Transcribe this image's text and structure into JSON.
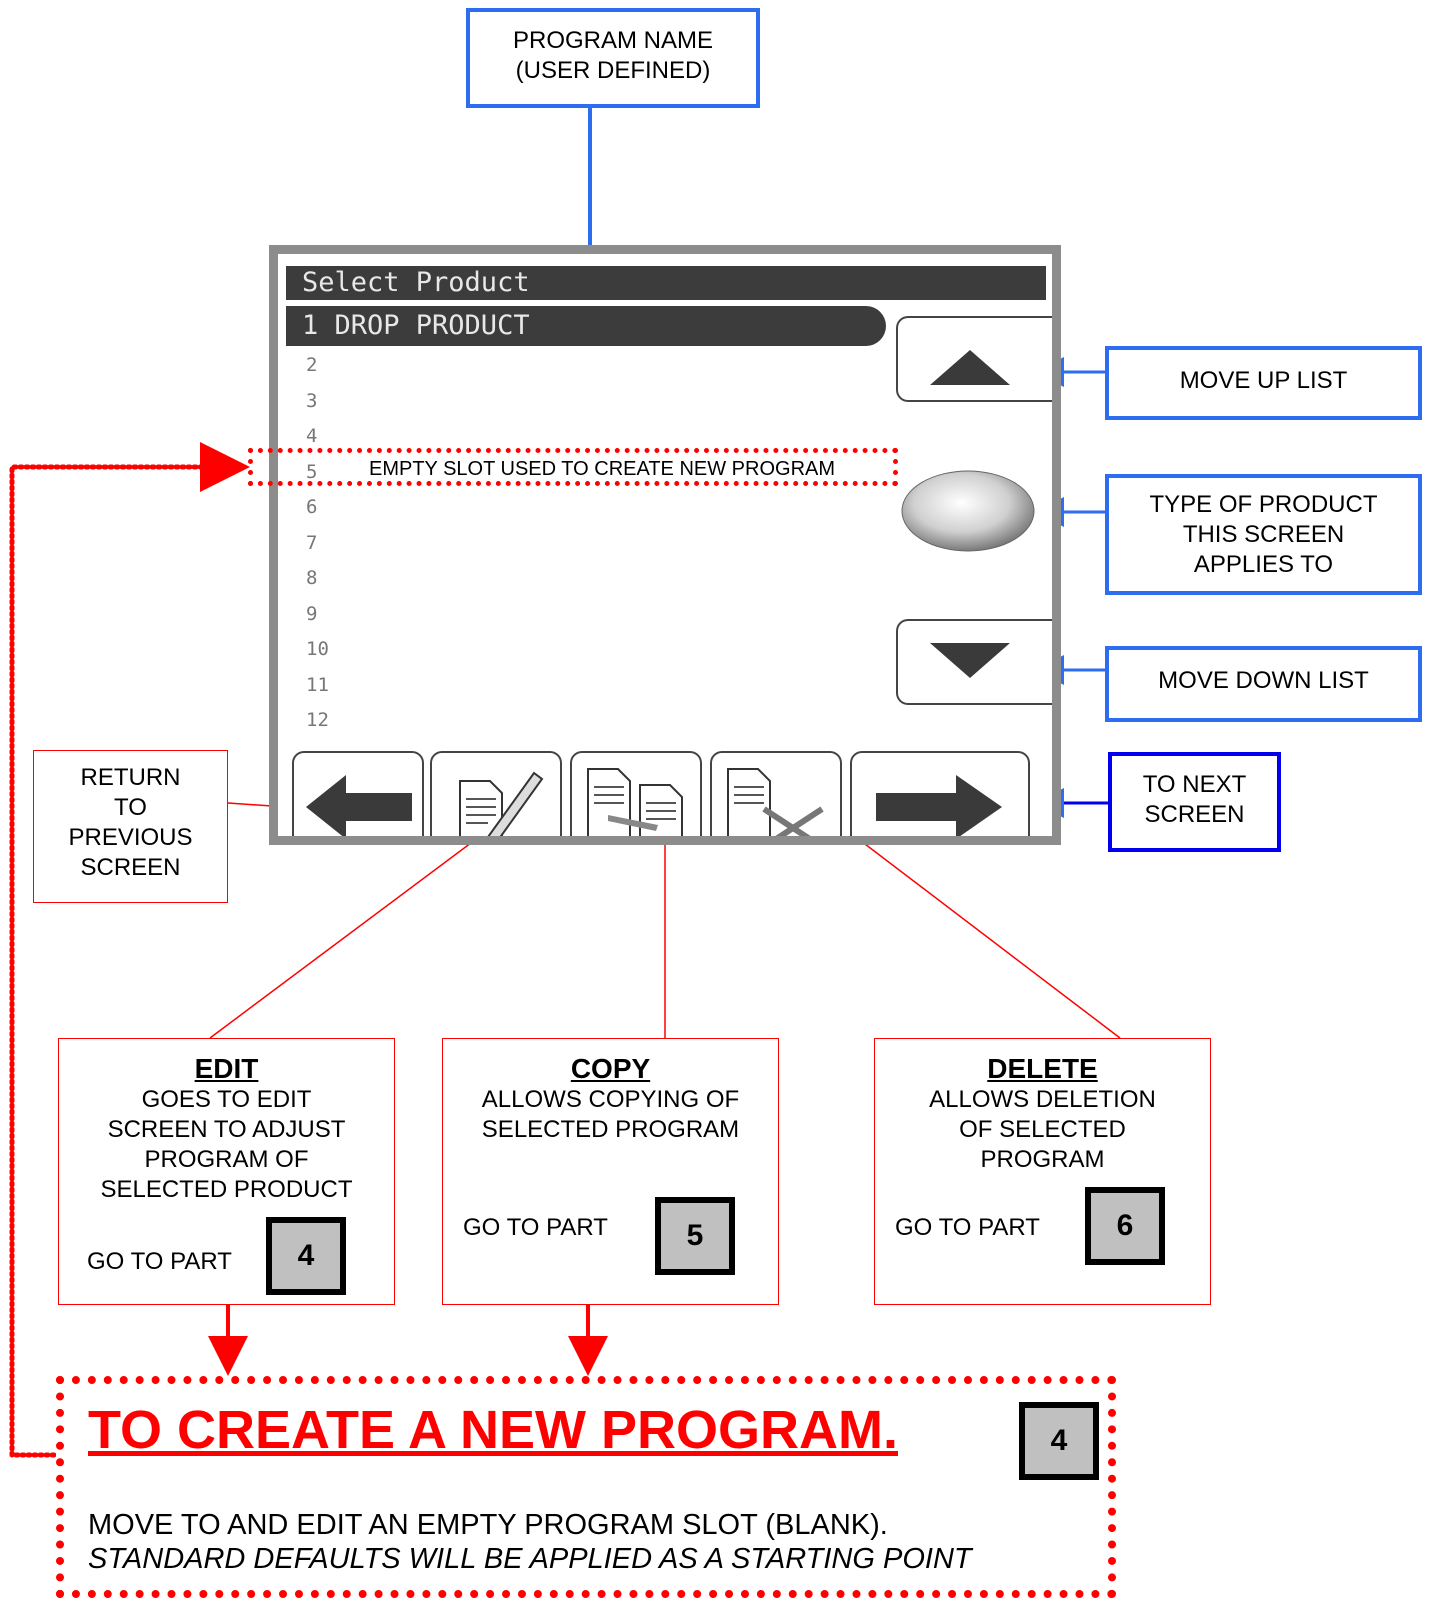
{
  "screen": {
    "title": "Select Product",
    "selected_row": "1 DROP PRODUCT",
    "rows": [
      "2",
      "3",
      "4",
      "5",
      "6",
      "7",
      "8",
      "9",
      "10",
      "11",
      "12"
    ],
    "empty_slot_note": "EMPTY SLOT USED TO CREATE NEW PROGRAM"
  },
  "callouts": {
    "program_name": [
      "PROGRAM NAME",
      "(USER DEFINED)"
    ],
    "move_up": "MOVE UP LIST",
    "product_type": [
      "TYPE OF PRODUCT",
      "THIS SCREEN",
      "APPLIES TO"
    ],
    "move_down": "MOVE DOWN LIST",
    "next_screen": [
      "TO NEXT",
      "SCREEN"
    ],
    "return": [
      "RETURN",
      "TO",
      "PREVIOUS",
      "SCREEN"
    ]
  },
  "actions": {
    "edit": {
      "title": "EDIT",
      "lines": [
        "GOES TO EDIT",
        "SCREEN TO ADJUST",
        "PROGRAM OF",
        "SELECTED PRODUCT"
      ],
      "go_to": "GO TO PART",
      "part": "4"
    },
    "copy": {
      "title": "COPY",
      "lines": [
        "ALLOWS COPYING OF",
        "SELECTED PROGRAM"
      ],
      "go_to": "GO TO PART",
      "part": "5"
    },
    "delete": {
      "title": "DELETE",
      "lines": [
        "ALLOWS DELETION",
        "OF SELECTED",
        "PROGRAM"
      ],
      "go_to": "GO TO PART",
      "part": "6"
    }
  },
  "create": {
    "heading": "TO CREATE A NEW PROGRAM.",
    "part": "4",
    "line1": "MOVE TO AND EDIT AN EMPTY PROGRAM SLOT (BLANK).",
    "line2": "STANDARD DEFAULTS WILL BE APPLIED AS A STARTING POINT"
  },
  "colors": {
    "blue": "#2d6ef0",
    "red": "#ff0000",
    "screen_dark": "#3c3c3c",
    "frame": "#8c8c8c"
  }
}
